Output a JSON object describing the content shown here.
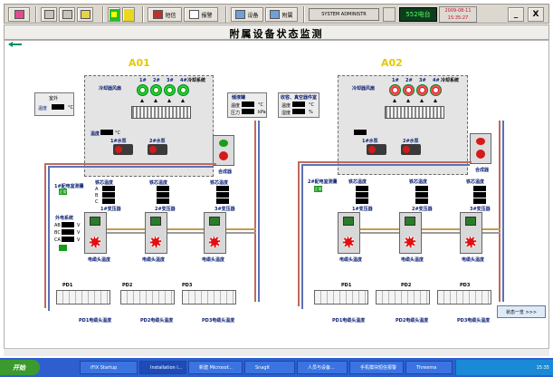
{
  "toolbar": {
    "buttons": [
      {
        "icon": "pink-screen-icon",
        "label": ""
      },
      {
        "icon": "printer-icon",
        "label": ""
      },
      {
        "icon": "keyboard-icon",
        "label": ""
      },
      {
        "icon": "key-icon",
        "label": ""
      },
      {
        "icon": "alarm-light-icon",
        "label": ""
      },
      {
        "icon": "book-icon",
        "label": "短信"
      },
      {
        "icon": "report-icon",
        "label": "报警"
      },
      {
        "icon": "device-icon",
        "label": "设备"
      },
      {
        "icon": "attachment-icon",
        "label": "附属"
      }
    ],
    "user": "SYSTEM ADMINISTR",
    "station": "552电台",
    "date": "2009-08-11",
    "time": "15:35:27",
    "minimize_label": "_",
    "close_label": "X"
  },
  "title": "附属设备状态监测",
  "sections": [
    {
      "name": "A01",
      "fan_labels": [
        "1#",
        "2#",
        "3#",
        "4#"
      ],
      "cooling_label": "冷却器风扇",
      "cooling_system_label": "冷却系统",
      "outdoor_label": "室外",
      "outdoor_temp_label": "温度",
      "outdoor_temp_unit": "°C",
      "water_temp_label": "温度",
      "water_temp_unit": "°C",
      "pump1_label": "1#水泵",
      "pump2_label": "2#水泵",
      "tank_label": "储液罐",
      "tank_temp_label": "温度",
      "tank_press_label": "压力",
      "tank_temp_unit": "°C",
      "tank_press_unit": "kPa",
      "vacuum_label": "收容、真空器件室",
      "vacuum_temp_label": "温度",
      "vacuum_hum_label": "湿度",
      "vacuum_temp_unit": "°C",
      "vacuum_hum_unit": "%",
      "combiner_label": "合成器",
      "room_label": "1#配电室测量",
      "room_badge": "正常",
      "core_temp_label": "铁芯温度",
      "phase_labels": [
        "A",
        "B",
        "C"
      ],
      "phase_unit": "°C",
      "ext_power_label": "外电系统",
      "ext_rows": [
        "AB",
        "BC",
        "CA"
      ],
      "ext_unit": "V",
      "transformers": [
        "1#变压器",
        "2#变压器",
        "3#变压器"
      ],
      "cable_temp_label": "电缆头温度",
      "pd_labels": [
        "PD1",
        "PD2",
        "PD3"
      ],
      "pd_cable_labels": [
        "PD1电缆头温度",
        "PD2电缆头温度",
        "PD3电缆头温度"
      ]
    },
    {
      "name": "A02",
      "fan_labels": [
        "1#",
        "2#",
        "3#",
        "4#"
      ],
      "cooling_label": "冷却器风扇",
      "cooling_system_label": "冷却系统",
      "pump1_label": "1#水泵",
      "pump2_label": "2#水泵",
      "combiner_label": "合成器",
      "room_label": "2#配电室测量",
      "room_badge": "正常",
      "core_temp_label": "铁芯温度",
      "phase_labels": [
        "A",
        "B",
        "C"
      ],
      "phase_unit": "°C",
      "transformers": [
        "1#变压器",
        "2#变压器",
        "3#变压器"
      ],
      "cable_temp_label": "电缆头温度",
      "pd_labels": [
        "PD1",
        "PD2",
        "PD3"
      ],
      "pd_cable_labels": [
        "PD1电缆头温度",
        "PD2电缆头温度",
        "PD3电缆头温度"
      ]
    }
  ],
  "status_button": "状态一览 >>>",
  "taskbar": {
    "start": "开始",
    "tasks": [
      "iFIX Startup",
      "Installation i...",
      "新建 Microsof...",
      "SnagIt",
      "人员与设备...",
      "手机模块短信报警",
      "Threema"
    ],
    "tray_time": "15:35"
  },
  "colors": {
    "section_title": "#e6c800",
    "label": "#0a1f73",
    "fan_green": "#0e8a0e",
    "alarm_red": "#d41a1a",
    "pipe_red": "#c06a5a",
    "pipe_blue": "#5a72b8",
    "taskbar": "#2d5fcf"
  }
}
